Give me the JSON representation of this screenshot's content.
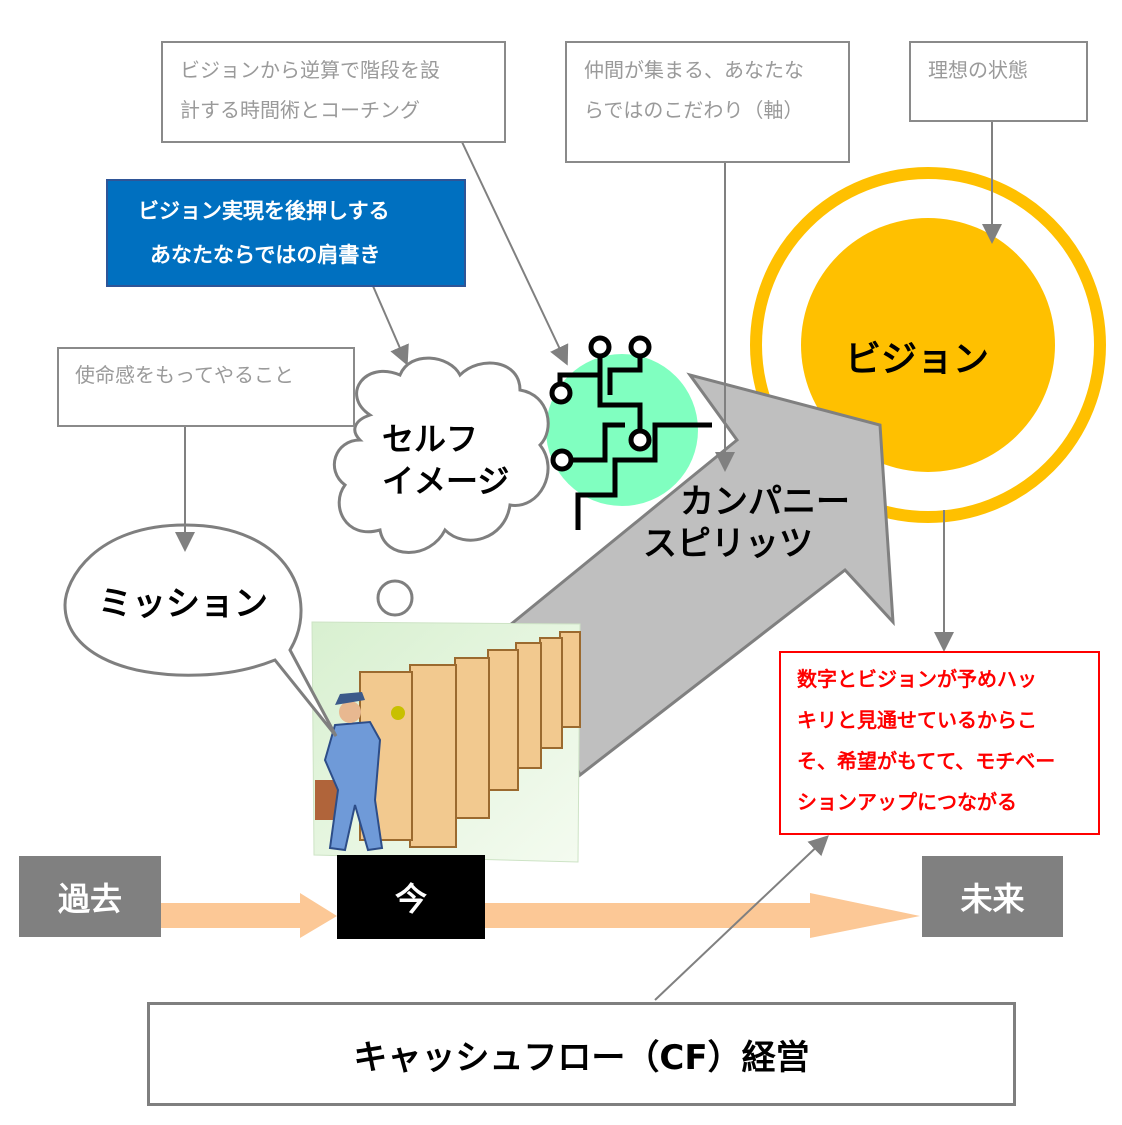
{
  "notes": {
    "timemanagement": [
      "ビジョンから逆算で階段を設",
      "計する時間術とコーチング"
    ],
    "companions": [
      "仲間が集まる、あなたな",
      "らではのこだわり（軸）"
    ],
    "ideal": "理想の状態",
    "credentials": [
      "ビジョン実現を後押しする",
      "あなたならではの肩書き"
    ],
    "mission_note": "使命感をもってやること",
    "motivation": [
      "数字とビジョンが予めハッ",
      "キリと見通せているからこ",
      "そ、希望がもてて、モチベー",
      "ションアップにつながる"
    ]
  },
  "shapes": {
    "self_image": [
      "セルフ",
      "イメージ"
    ],
    "mission": "ミッション",
    "company_spirit": [
      "カンパニー",
      "スピリッツ"
    ],
    "vision": "ビジョン"
  },
  "timeline": {
    "past": "過去",
    "now": "今",
    "future": "未来"
  },
  "footer": "キャッシュフロー（CF）経営",
  "colors": {
    "blue": "#0070c0",
    "yellow": "#ffc000",
    "green": "#80ffc0",
    "red": "#ff0000",
    "orange": "#fcc896",
    "gray": "#808080"
  }
}
